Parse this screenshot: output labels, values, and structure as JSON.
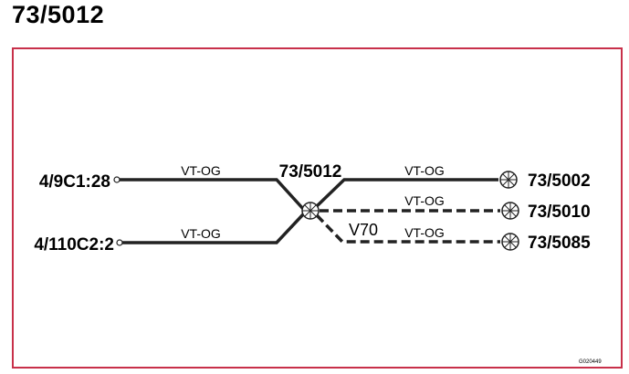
{
  "title": "73/5012",
  "colors": {
    "frame": "#c8304a",
    "line": "#222222"
  },
  "diagram": {
    "left_connectors": [
      {
        "label": "4/9C1:28",
        "wire": "VT-OG"
      },
      {
        "label": "4/110C2:2",
        "wire": "VT-OG"
      }
    ],
    "splice": {
      "label": "73/5012",
      "icon": "splice-circle-icon"
    },
    "right_connectors": [
      {
        "label": "73/5002",
        "wire": "VT-OG",
        "line_style": "solid"
      },
      {
        "label": "73/5010",
        "wire": "VT-OG",
        "line_style": "dashed"
      },
      {
        "label": "73/5085",
        "wire": "VT-OG",
        "line_style": "dashed",
        "variant": "V70"
      }
    ],
    "figure_code": "G020449"
  }
}
